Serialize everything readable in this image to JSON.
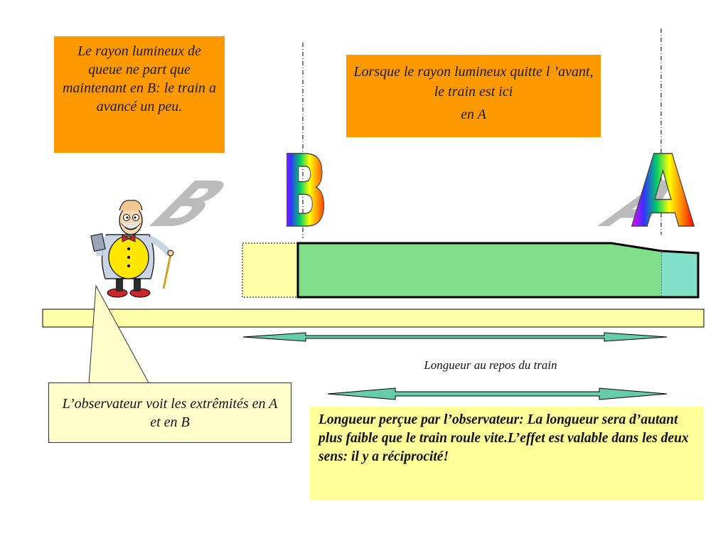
{
  "labels": {
    "left_note": "Le rayon lumineux de queue ne part que maintenant en B: le train a avancé un peu.",
    "right_note_line1": "Lorsque le rayon lumineux quitte l ’avant,  le train est ici",
    "right_note_line2": "en A",
    "observer_note": "L’observateur voit les extrêmités en A et en B",
    "rest_length": "Longueur au repos du train",
    "perceived_length": "Longueur perçue par l’observateur: La longueur sera d’autant plus faible que le train roule vite.L’effet est valable dans les deux sens: il y a réciprocité!",
    "point_b": "B",
    "point_a": "A"
  },
  "colors": {
    "note_orange": "#ff9900",
    "platform_yellow": "#ffffaa",
    "train_green": "#80e08a",
    "train_nose": "#80e0c8",
    "arrow_teal": "#66ccaa",
    "callout_yellow": "#ffffcc",
    "perceived_yellow": "#ffff99"
  }
}
